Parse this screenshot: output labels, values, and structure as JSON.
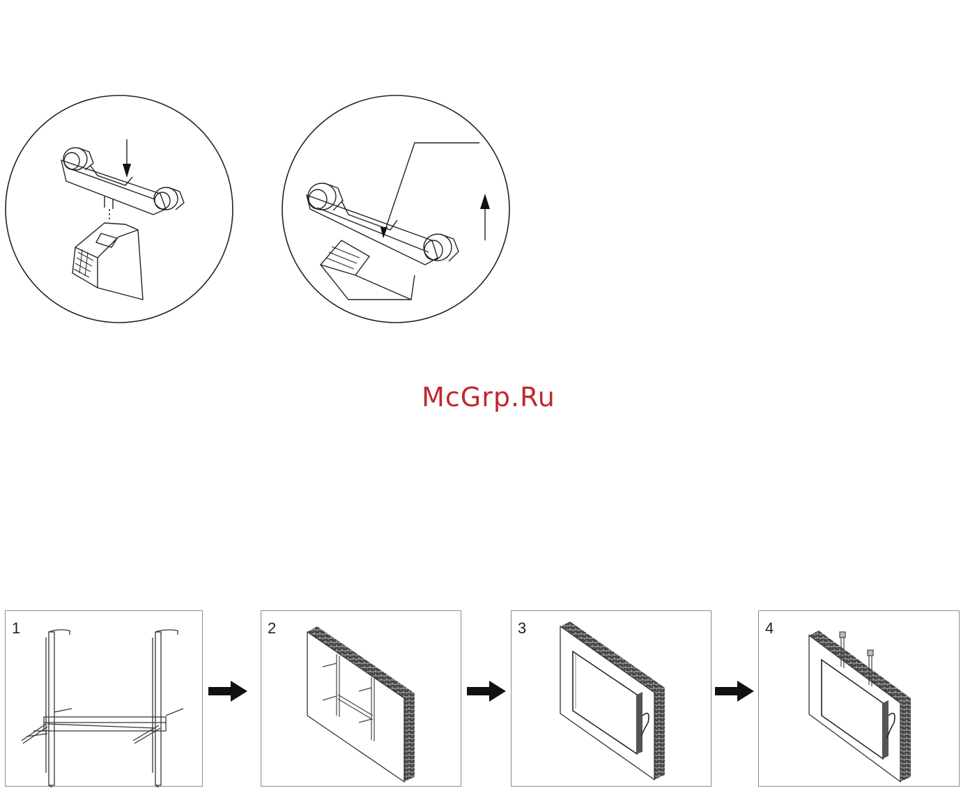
{
  "watermark": {
    "text": "McGrp.Ru",
    "color": "#c0282d"
  },
  "steps": [
    {
      "number": "1"
    },
    {
      "number": "2"
    },
    {
      "number": "3"
    },
    {
      "number": "4"
    }
  ],
  "icons": [
    "arrow-right-icon",
    "arrow-down-icon",
    "arrow-up-icon"
  ]
}
